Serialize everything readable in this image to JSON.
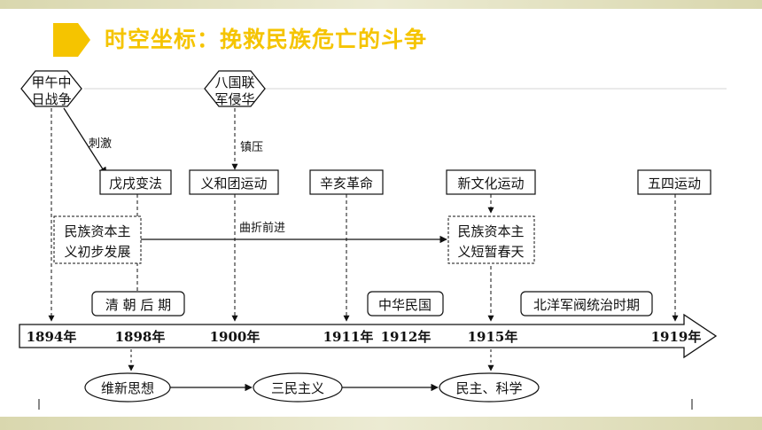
{
  "title": "时空坐标：挽救民族危亡的斗争",
  "colors": {
    "accent": "#f5c400",
    "band": "#e3e1bf",
    "line": "#111111"
  },
  "hexagons": {
    "war": [
      "甲午中",
      "日战争"
    ],
    "allied": [
      "八国联",
      "军侵华"
    ]
  },
  "annotations": {
    "stimulate": "刺激",
    "suppress": "镇压",
    "zigzag": "曲折前进"
  },
  "events": {
    "reform": "戊戌变法",
    "boxer": "义和团运动",
    "xinhai": "辛亥革命",
    "new_culture": "新文化运动",
    "may_fourth": "五四运动"
  },
  "capital_boxes": {
    "early": [
      "民族资本主",
      "义初步发展"
    ],
    "short": [
      "民族资本主",
      "义短暂春天"
    ]
  },
  "periods": {
    "qing": "清 朝 后 期",
    "roc": "中华民国",
    "beiyang": "北洋军阀统治时期"
  },
  "years": [
    "1894年",
    "1898年",
    "1900年",
    "1911年",
    "1912年",
    "1915年",
    "1919年"
  ],
  "ideas": {
    "reform_thought": "维新思想",
    "three_people": "三民主义",
    "democracy_science": "民主、科学"
  }
}
